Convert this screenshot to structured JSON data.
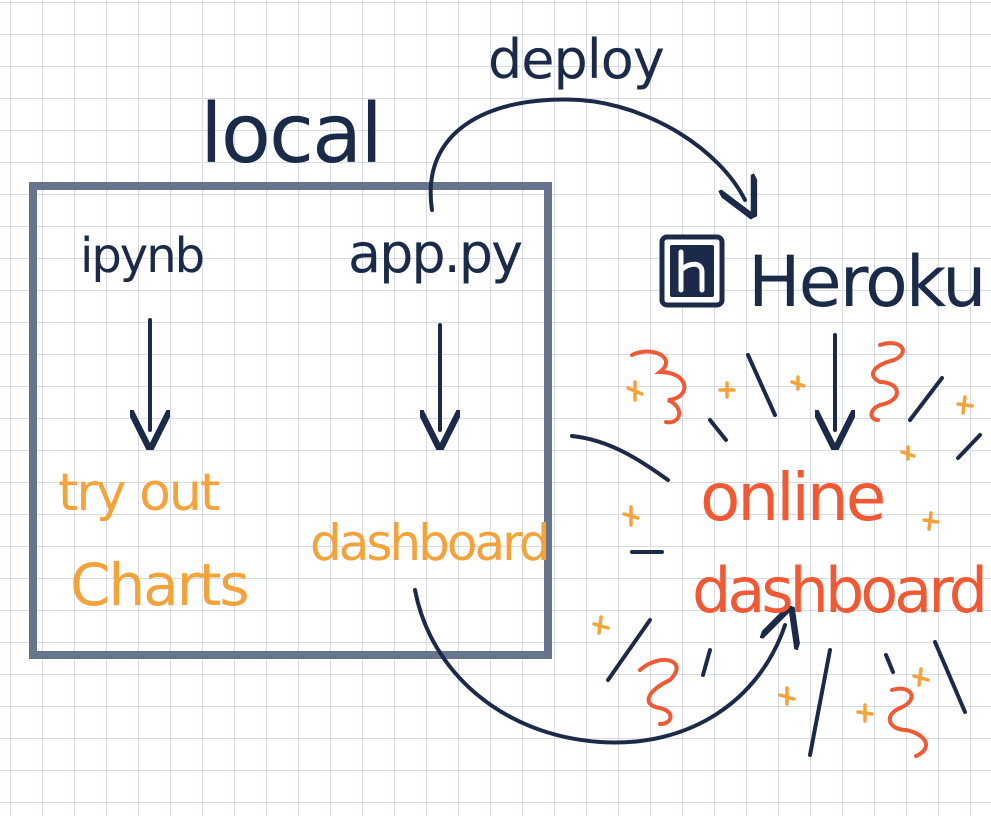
{
  "labels": {
    "local": "local",
    "deploy": "deploy",
    "ipynb": "ipynb",
    "app_py": "app.py",
    "try_out": "try out",
    "charts": "Charts",
    "dashboard": "dashboard",
    "heroku": "Heroku",
    "online": "online",
    "online_dashboard": "dashboard"
  },
  "colors": {
    "ink": "#1b2a48",
    "box": "#66758d",
    "orange": "#f4a23a",
    "red": "#ef5a35"
  },
  "icons": {
    "heroku_logo": "heroku-logo-icon"
  }
}
